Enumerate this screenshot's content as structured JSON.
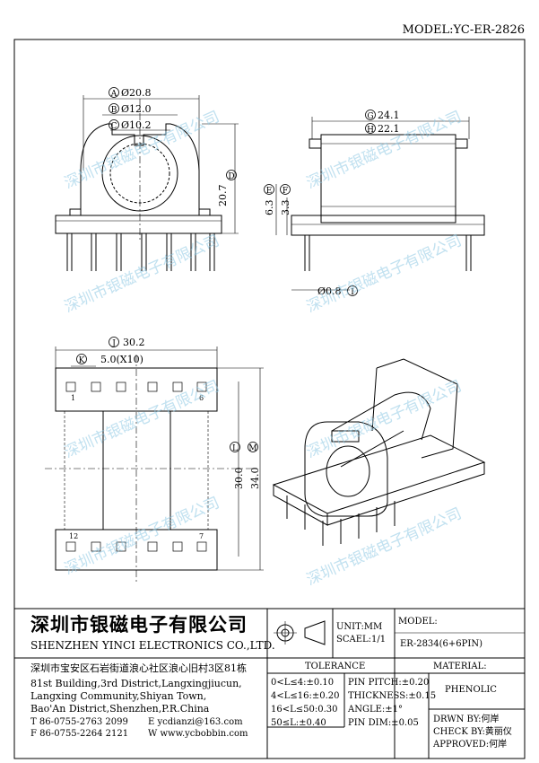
{
  "model_header": "MODEL:YC-ER-2826",
  "watermark": "深圳市银磁电子有限公司",
  "dims": {
    "A": "Ø20.8",
    "B": "Ø12.0",
    "C": "Ø10.2",
    "D": "20.7",
    "G": "24.1",
    "H": "22.1",
    "E": "6.3",
    "F": "3.3",
    "I": "Ø0.8",
    "J": "30.2",
    "K": "5.0(X10)",
    "L": "30.0",
    "M": "34.0"
  },
  "pins": {
    "p1": "1",
    "p6": "6",
    "p12": "12",
    "p7": "7"
  },
  "company": {
    "name_cn": "深圳市银磁电子有限公司",
    "name_en": "SHENZHEN YINCI ELECTRONICS CO.,LTD.",
    "address_cn": "深圳市宝安区石岩街道浪心社区浪心旧村3区81栋",
    "address_en": [
      "81st Building,3rd District,Langxingjiucun,",
      "Langxing Community,Shiyan Town,",
      "Bao'An District,Shenzhen,P.R.China"
    ],
    "tel": "T 86-0755-2763 2099",
    "email": "E ycdianzi@163.com",
    "fax": "F 86-0755-2264 2121",
    "web": "W www.ycbobbin.com"
  },
  "units": {
    "unit": "UNIT:MM",
    "scale": "SCAEL:1/1"
  },
  "model": {
    "label": "MODEL:",
    "value": "ER-2834(6+6PIN)"
  },
  "tolerance": {
    "title": "TOLERANCE",
    "rows": [
      "0<L≤4:±0.10",
      "4<L≤16:±0.20",
      "16<L≤50:0.30",
      "50≤L:±0.40"
    ],
    "pin": [
      "PIN PITCH:±0.20",
      "THICKNESS:±0.15",
      "ANGLE:±1°",
      "PIN DIM:±0.05"
    ]
  },
  "material": {
    "label": "MATERIAL:",
    "value": "PHENOLIC"
  },
  "signoff": {
    "drawn": "DRWN BY:何岸",
    "check": "CHECK BY:黄丽仪",
    "approved": "APPROVED:何岸"
  }
}
